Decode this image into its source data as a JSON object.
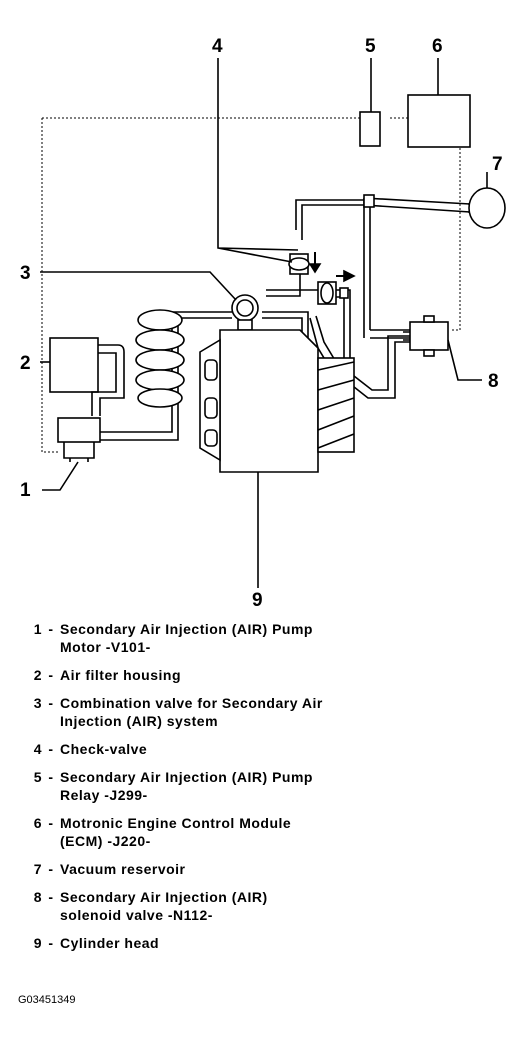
{
  "diagram": {
    "callouts": [
      "1",
      "2",
      "3",
      "4",
      "5",
      "6",
      "7",
      "8",
      "9"
    ]
  },
  "legend": [
    {
      "num": "1",
      "lines": [
        "Secondary Air Injection (AIR) Pump",
        "Motor -V101-"
      ]
    },
    {
      "num": "2",
      "lines": [
        "Air filter housing"
      ]
    },
    {
      "num": "3",
      "lines": [
        "Combination valve for Secondary Air",
        "Injection (AIR) system"
      ]
    },
    {
      "num": "4",
      "lines": [
        "Check-valve"
      ]
    },
    {
      "num": "5",
      "lines": [
        "Secondary Air Injection (AIR) Pump",
        "Relay -J299-"
      ]
    },
    {
      "num": "6",
      "lines": [
        "Motronic Engine Control Module",
        "(ECM) -J220-"
      ]
    },
    {
      "num": "7",
      "lines": [
        "Vacuum reservoir"
      ]
    },
    {
      "num": "8",
      "lines": [
        "Secondary Air Injection (AIR)",
        "solenoid valve -N112-"
      ]
    },
    {
      "num": "9",
      "lines": [
        "Cylinder head"
      ]
    }
  ],
  "figure_id": "G03451349"
}
